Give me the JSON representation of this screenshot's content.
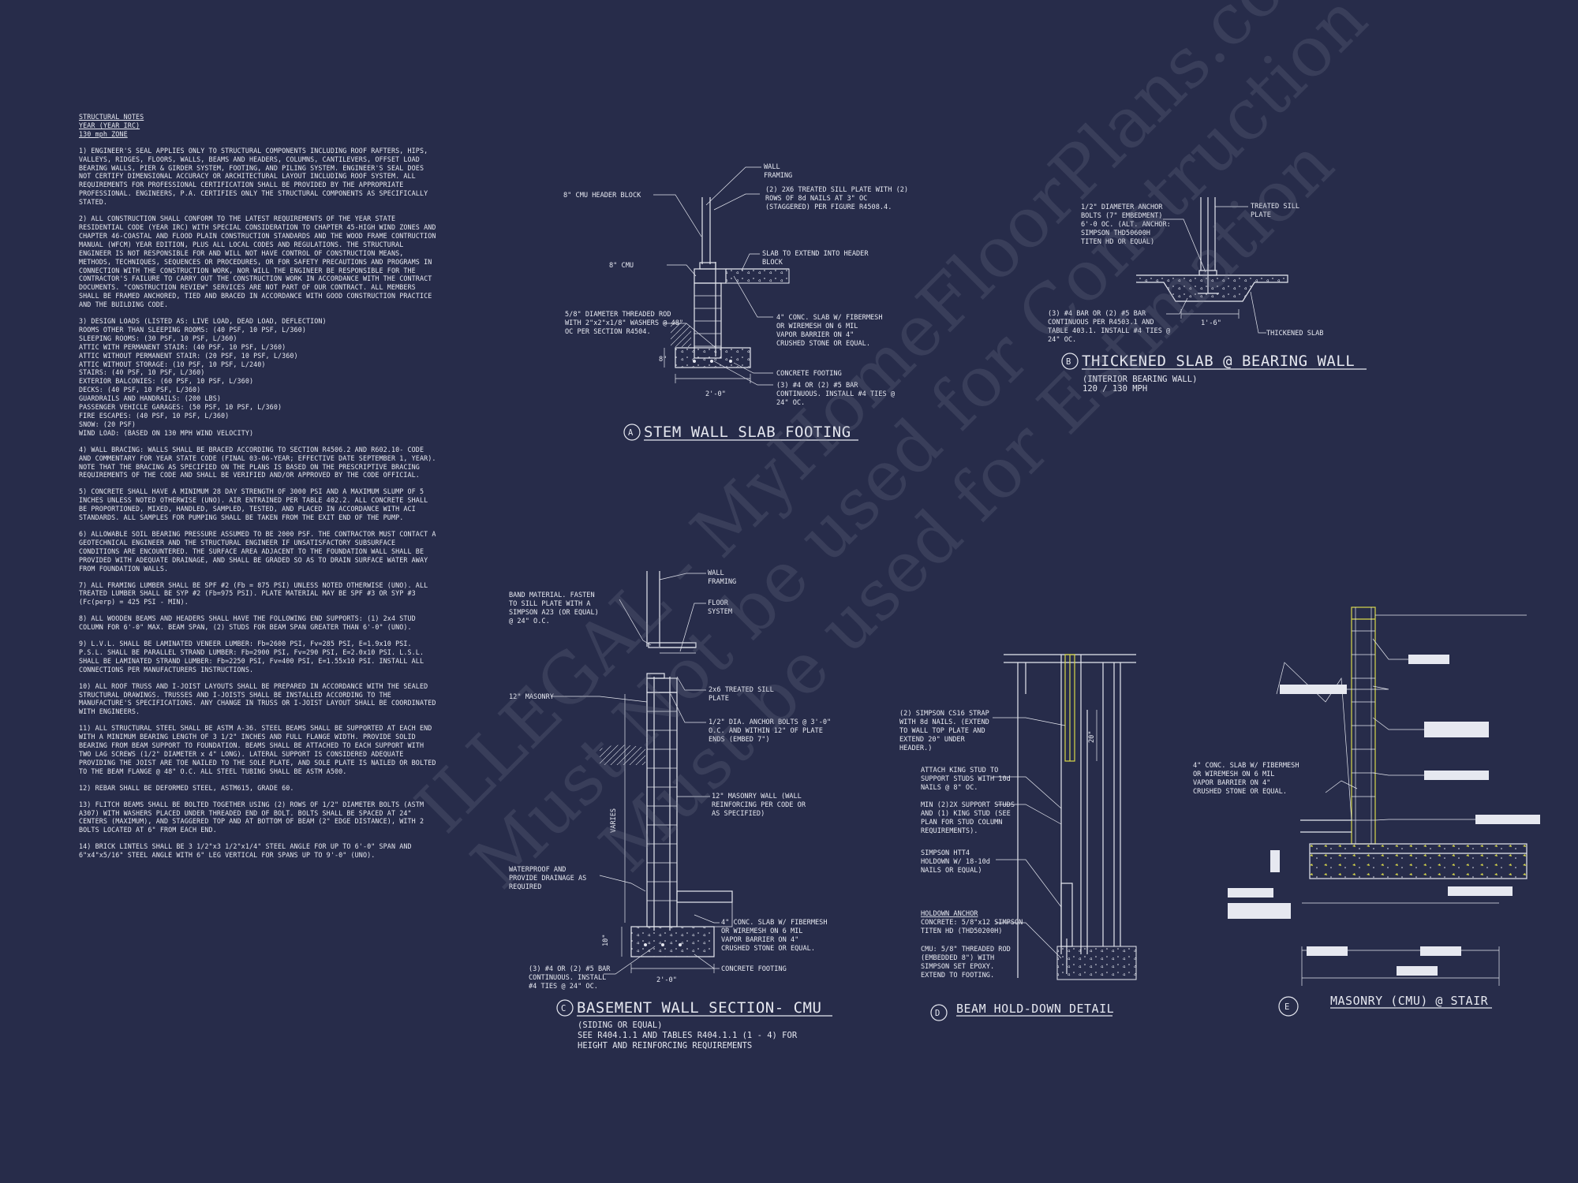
{
  "notes": {
    "heading": [
      "STRUCTURAL NOTES",
      "YEAR (YEAR IRC)",
      "130 mph ZONE"
    ],
    "paragraphs": [
      "1) ENGINEER'S SEAL APPLIES ONLY TO STRUCTURAL COMPONENTS INCLUDING ROOF RAFTERS, HIPS, VALLEYS, RIDGES, FLOORS, WALLS, BEAMS AND HEADERS, COLUMNS, CANTILEVERS, OFFSET LOAD BEARING WALLS, PIER & GIRDER SYSTEM, FOOTING, AND PILING SYSTEM. ENGINEER'S SEAL DOES NOT CERTIFY DIMENSIONAL ACCURACY OR ARCHITECTURAL LAYOUT INCLUDING ROOF SYSTEM. ALL REQUIREMENTS FOR PROFESSIONAL CERTIFICATION SHALL BE PROVIDED BY THE APPROPRIATE PROFESSIONAL. ENGINEERS, P.A. CERTIFIES ONLY THE STRUCTURAL COMPONENTS AS SPECIFICALLY STATED.",
      "2) ALL CONSTRUCTION SHALL CONFORM TO THE LATEST REQUIREMENTS OF THE YEAR STATE RESIDENTIAL CODE (YEAR IRC) WITH SPECIAL CONSIDERATION TO CHAPTER 45-HIGH WIND ZONES AND CHAPTER 46-COASTAL AND FLOOD PLAIN CONSTRUCTION STANDARDS AND THE WOOD FRAME CONTRUCTION MANUAL (WFCM) YEAR EDITION, PLUS ALL LOCAL CODES AND REGULATIONS. THE STRUCTURAL ENGINEER IS NOT RESPONSIBLE FOR AND WILL NOT HAVE CONTROL OF CONSTRUCTION MEANS, METHODS, TECHNIQUES, SEQUENCES OR PROCEDURES, OR FOR SAFETY PRECAUTIONS AND PROGRAMS IN CONNECTION WITH THE CONSTRUCTION WORK, NOR WILL THE ENGINEER BE RESPONSIBLE FOR THE CONTRACTOR'S FAILURE TO CARRY OUT THE CONSTRUCTION WORK IN ACCORDANCE WITH THE CONTRACT DOCUMENTS. \"CONSTRUCTION REVIEW\" SERVICES ARE NOT PART OF OUR CONTRACT. ALL MEMBERS SHALL BE FRAMED ANCHORED, TIED AND BRACED IN ACCORDANCE WITH GOOD CONSTRUCTION PRACTICE AND THE BUILDING CODE.",
      "3) DESIGN LOADS (LISTED AS: LIVE LOAD, DEAD LOAD, DEFLECTION)",
      "ROOMS OTHER THAN SLEEPING ROOMS: (40 PSF, 10 PSF, L/360)",
      "SLEEPING ROOMS: (30 PSF, 10 PSF, L/360)",
      "ATTIC WITH PERMANENT STAIR: (40 PSF, 10 PSF, L/360)",
      "ATTIC WITHOUT PERMANENT STAIR: (20 PSF, 10 PSF, L/360)",
      "ATTIC WITHOUT STORAGE: (10 PSF, 10 PSF, L/240)",
      "STAIRS: (40 PSF, 10 PSF, L/360)",
      "EXTERIOR BALCONIES: (60 PSF, 10 PSF, L/360)",
      "DECKS: (40 PSF, 10 PSF, L/360)",
      "GUARDRAILS AND HANDRAILS: (200 LBS)",
      "PASSENGER VEHICLE GARAGES: (50 PSF, 10 PSF, L/360)",
      "FIRE ESCAPES: (40 PSF, 10 PSF, L/360)",
      "SNOW: (20 PSF)",
      "WIND LOAD: (BASED ON 130 MPH WIND VELOCITY)",
      "4) WALL BRACING: WALLS SHALL BE BRACED ACCORDING TO SECTION R4506.2 AND R602.10- CODE AND COMMENTARY FOR YEAR STATE CODE (FINAL 03-06-YEAR; EFFECTIVE DATE SEPTEMBER 1, YEAR). NOTE THAT THE BRACING AS SPECIFIED ON THE PLANS IS BASED ON THE PRESCRIPTIVE BRACING REQUIREMENTS OF THE CODE AND SHALL BE VERIFIED AND/OR APPROVED BY THE CODE OFFICIAL.",
      "5) CONCRETE SHALL HAVE A MINIMUM 28 DAY STRENGTH OF 3000 PSI AND A MAXIMUM SLUMP OF 5 INCHES UNLESS NOTED OTHERWISE (UNO). AIR ENTRAINED PER TABLE 402.2. ALL CONCRETE SHALL BE PROPORTIONED, MIXED, HANDLED, SAMPLED, TESTED, AND PLACED IN ACCORDANCE WITH ACI STANDARDS. ALL SAMPLES FOR PUMPING SHALL BE TAKEN FROM THE EXIT END OF THE PUMP.",
      "6) ALLOWABLE SOIL BEARING PRESSURE ASSUMED TO BE 2000 PSF. THE CONTRACTOR MUST CONTACT A GEOTECHNICAL ENGINEER AND THE STRUCTURAL ENGINEER IF UNSATISFACTORY SUBSURFACE CONDITIONS ARE ENCOUNTERED. THE SURFACE AREA ADJACENT TO THE FOUNDATION WALL SHALL BE PROVIDED WITH ADEQUATE DRAINAGE, AND SHALL BE GRADED SO AS TO DRAIN SURFACE WATER AWAY FROM FOUNDATION WALLS.",
      "7) ALL FRAMING LUMBER SHALL BE SPF #2 (Fb = 875 PSI) UNLESS NOTED OTHERWISE (UNO). ALL TREATED LUMBER SHALL BE SYP #2 (Fb=975 PSI). PLATE MATERIAL MAY BE SPF #3 OR SYP #3 (Fc(perp) = 425 PSI - MIN).",
      "8) ALL WOODEN BEAMS AND HEADERS SHALL HAVE THE FOLLOWING END SUPPORTS: (1) 2x4 STUD COLUMN FOR 6'-0\" MAX. BEAM SPAN, (2) STUDS FOR BEAM SPAN GREATER THAN 6'-0\" (UNO).",
      "9) L.V.L. SHALL BE LAMINATED VENEER LUMBER: Fb=2600 PSI, Fv=285 PSI, E=1.9x10 PSI. P.S.L. SHALL BE PARALLEL STRAND LUMBER: Fb=2900 PSI, Fv=290 PSI, E=2.0x10 PSI. L.S.L. SHALL BE LAMINATED STRAND LUMBER: Fb=2250 PSI, Fv=400 PSI, E=1.55x10 PSI. INSTALL ALL CONNECTIONS PER MANUFACTURERS INSTRUCTIONS.",
      "10) ALL ROOF TRUSS AND I-JOIST LAYOUTS SHALL BE PREPARED IN ACCORDANCE WITH THE SEALED STRUCTURAL DRAWINGS. TRUSSES AND I-JOISTS SHALL BE INSTALLED ACCORDING TO THE MANUFACTURE'S SPECIFICATIONS. ANY CHANGE IN TRUSS OR I-JOIST LAYOUT SHALL BE COORDINATED WITH ENGINEERS.",
      "11) ALL STRUCTURAL STEEL SHALL BE ASTM A-36. STEEL BEAMS SHALL BE SUPPORTED AT EACH END WITH A MINIMUM BEARING LENGTH OF 3 1/2\" INCHES AND FULL FLANGE WIDTH. PROVIDE SOLID BEARING FROM BEAM SUPPORT TO FOUNDATION. BEAMS SHALL BE ATTACHED TO EACH SUPPORT WITH TWO LAG SCREWS (1/2\" DIAMETER x 4\" LONG). LATERAL SUPPORT IS CONSIDERED ADEQUATE PROVIDING THE JOIST ARE TOE NAILED TO THE SOLE PLATE, AND SOLE PLATE IS NAILED OR BOLTED TO THE BEAM FLANGE @ 48\" O.C. ALL STEEL TUBING SHALL BE ASTM A500.",
      "12) REBAR SHALL BE DEFORMED STEEL, ASTM615, GRADE 60.",
      "13) FLITCH BEAMS SHALL BE BOLTED TOGETHER USING (2) ROWS OF 1/2\" DIAMETER BOLTS (ASTM A307) WITH WASHERS PLACED UNDER THREADED END OF BOLT. BOLTS SHALL BE SPACED AT 24\" CENTERS (MAXIMUM), AND STAGGERED TOP AND AT BOTTOM OF BEAM (2\" EDGE DISTANCE), WITH 2 BOLTS LOCATED AT 6\" FROM EACH END.",
      "14) BRICK LINTELS SHALL BE 3 1/2\"x3 1/2\"x1/4\" STEEL ANGLE FOR UP TO 6'-0\" SPAN AND 6\"x4\"x5/16\" STEEL ANGLE WITH 6\" LEG VERTICAL FOR SPANS UP TO 9'-0\" (UNO)."
    ]
  },
  "detailA": {
    "letter": "A",
    "title": "STEM WALL SLAB FOOTING",
    "labels": {
      "wall_framing": [
        "WALL",
        "FRAMING"
      ],
      "header_block": "8\" CMU HEADER BLOCK",
      "sill_plate": [
        "(2) 2X6 TREATED SILL PLATE WITH (2)",
        "ROWS OF 8d NAILS AT 3\" OC",
        "(STAGGERED) PER FIGURE R4508.4."
      ],
      "slab_extend": [
        "SLAB TO EXTEND INTO HEADER",
        "BLOCK"
      ],
      "cmu": "8\" CMU",
      "rod": [
        "5/8\" DIAMETER THREADED ROD",
        "WITH 2\"x2\"x1/8\" WASHERS @ 48\"",
        "OC PER SECTION R4504."
      ],
      "slab": [
        "4\" CONC. SLAB W/ FIBERMESH",
        "OR WIREMESH ON 6 MIL",
        "VAPOR BARRIER ON 4\"",
        "CRUSHED STONE OR EQUAL."
      ],
      "footing": "CONCRETE FOOTING",
      "bar": [
        "(3) #4 OR (2) #5 BAR",
        "CONTINUOUS. INSTALL #4 TIES @",
        "24\" OC."
      ],
      "dim": "2'-0\"",
      "dim_v": "8\""
    }
  },
  "detailB": {
    "letter": "B",
    "title": "THICKENED SLAB @ BEARING WALL",
    "sub": [
      "(INTERIOR BEARING WALL)",
      "120 / 130 MPH"
    ],
    "labels": {
      "anchor": [
        "1/2\" DIAMETER ANCHOR",
        "BOLTS (7\" EMBEDMENT)",
        "6'-0 OC. (ALT. ANCHOR:",
        "SIMPSON THD50600H",
        "TITEN HD OR EQUAL)"
      ],
      "sill": [
        "TREATED SILL",
        "PLATE"
      ],
      "bar": [
        "(3) #4 BAR OR (2) #5 BAR",
        "CONTINUOUS PER R4503.1 AND",
        "TABLE 403.1. INSTALL #4 TIES @",
        "24\" OC."
      ],
      "dim": "1'-6\"",
      "thick": "THICKENED SLAB"
    }
  },
  "detailC": {
    "letter": "C",
    "title": "BASEMENT WALL SECTION- CMU",
    "sub": [
      "(SIDING OR EQUAL)",
      "SEE R404.1.1 AND TABLES R404.1.1 (1 - 4) FOR",
      "HEIGHT AND REINFORCING REQUIREMENTS"
    ],
    "labels": {
      "wall_framing": [
        "WALL",
        "FRAMING"
      ],
      "floor_system": [
        "FLOOR",
        "SYSTEM"
      ],
      "band": [
        "BAND MATERIAL. FASTEN",
        "TO SILL PLATE WITH A",
        "SIMPSON A23 (OR EQUAL)",
        "@ 24\" O.C."
      ],
      "masonry": "12\" MASONRY",
      "sill": [
        "2x6 TREATED SILL",
        "PLATE"
      ],
      "anchor": [
        "1/2\" DIA. ANCHOR BOLTS @ 3'-0\"",
        "O.C. AND WITHIN 12\" OF PLATE",
        "ENDS (EMBED 7\")"
      ],
      "wall": [
        "12\" MASONRY WALL (WALL",
        "REINFORCING PER CODE OR",
        "AS SPECIFIED)"
      ],
      "varies": "VARIES",
      "waterproof": [
        "WATERPROOF AND",
        "PROVIDE DRAINAGE AS",
        "REQUIRED"
      ],
      "slab": [
        "4\" CONC. SLAB W/ FIBERMESH",
        "OR WIREMESH ON 6 MIL",
        "VAPOR BARRIER ON 4\"",
        "CRUSHED STONE OR EQUAL."
      ],
      "footing": "CONCRETE FOOTING",
      "bar": [
        "(3) #4 OR (2) #5 BAR",
        "CONTINUOUS. INSTALL",
        "#4 TIES @ 24\" OC."
      ],
      "dim": "2'-0\"",
      "dim_v": "10\""
    }
  },
  "detailD": {
    "letter": "D",
    "title": "BEAM HOLD-DOWN DETAIL",
    "labels": {
      "strap": [
        "(2) SIMPSON CS16 STRAP",
        "WITH 8d NAILS. (EXTEND",
        "TO WALL TOP PLATE AND",
        "EXTEND 20\" UNDER",
        "HEADER.)"
      ],
      "king": [
        "ATTACH KING STUD TO",
        "SUPPORT STUDS WITH 10d",
        "NAILS @ 8\" OC."
      ],
      "min": [
        "MIN (2)2X SUPPORT STUDS",
        "AND (1) KING STUD (SEE",
        "PLAN FOR STUD COLUMN",
        "REQUIREMENTS)."
      ],
      "htt": [
        "SIMPSON HTT4",
        "HOLDOWN W/ 18-10d",
        "NAILS OR EQUAL)"
      ],
      "holdown_head": "HOLDOWN ANCHOR",
      "holdown": [
        "CONCRETE: 5/8\"x12 SIMPSON",
        "TITEN HD (THD50200H)"
      ],
      "cmu": [
        "CMU: 5/8\" THREADED ROD",
        "(EMBEDDED 8\") WITH",
        "SIMPSON SET EPOXY.",
        "EXTEND TO FOOTING."
      ],
      "dim": "20\""
    }
  },
  "detailE": {
    "letter": "E",
    "title": "MASONRY (CMU) @ STAIR",
    "labels": {
      "slab": [
        "4\" CONC. SLAB W/ FIBERMESH",
        "OR WIREMESH ON 6 MIL",
        "VAPOR BARRIER ON 4\"",
        "CRUSHED STONE OR EQUAL."
      ]
    }
  },
  "watermark": [
    "ILLEGAL - MyHomeFloorPlans.com",
    "Must Not be used for Construction",
    "Must be used for Estimation"
  ],
  "colors": {
    "background": "#272c4a",
    "linework": "#e6e8f0",
    "accent": "#d8d84a"
  }
}
